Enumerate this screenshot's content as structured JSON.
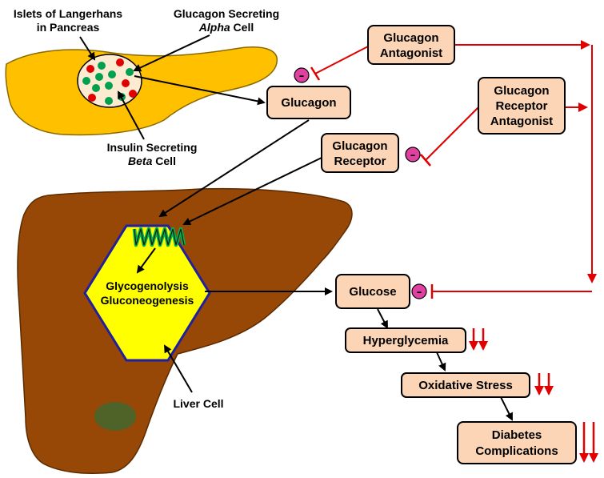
{
  "labels": {
    "islets_line1": "Islets of Langerhans",
    "islets_line2": "in Pancreas",
    "alpha_line1": "Glucagon Secreting",
    "alpha_line2_italic": "Alpha",
    "alpha_line2_rest": " Cell",
    "beta_line1": "Insulin Secreting",
    "beta_line2_italic": "Beta",
    "beta_line2_rest": " Cell",
    "liver_cell": "Liver Cell",
    "process_line1": "Glycogenolysis",
    "process_line2": "Gluconeogenesis"
  },
  "boxes": {
    "glucagon": "Glucagon",
    "glucagon_antagonist_line1": "Glucagon",
    "glucagon_antagonist_line2": "Antagonist",
    "glucagon_receptor_line1": "Glucagon",
    "glucagon_receptor_line2": "Receptor",
    "receptor_antagonist_line1": "Glucagon",
    "receptor_antagonist_line2": "Receptor",
    "receptor_antagonist_line3": "Antagonist",
    "glucose": "Glucose",
    "hyperglycemia": "Hyperglycemia",
    "oxidative_stress": "Oxidative Stress",
    "complications_line1": "Diabetes",
    "complications_line2": "Complications"
  },
  "inhibition_symbol": "–",
  "colors": {
    "pancreas": "#FFC000",
    "liver": "#984806",
    "gallbladder": "#4F6228",
    "hepatocyte": "#FFFF00",
    "hepatocyte_border": "#1F1FA0",
    "box_fill": "#FBD5B5",
    "red_arrow": "#E00000",
    "inhibit_circle": "#E040A0",
    "alpha_cell": "#E00000",
    "beta_cell": "#00A050",
    "receptor": "#00B050"
  }
}
